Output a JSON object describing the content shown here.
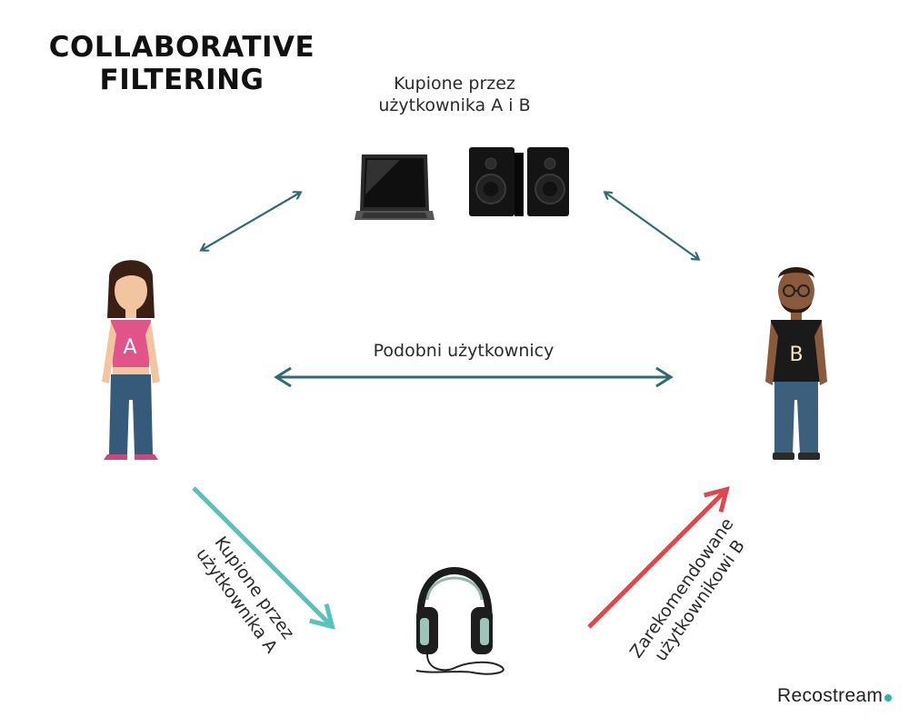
{
  "title": {
    "line1": "COLLABORATIVE",
    "line2": "FILTERING"
  },
  "top_label": {
    "line1": "Kupione przez",
    "line2": "użytkownika A i B"
  },
  "similar_label": "Podobni użytkownicy",
  "bought_a_label": {
    "line1": "Kupione przez",
    "line2": "użytkownika A"
  },
  "recommended_b_label": {
    "line1": "Zarekomendowane",
    "line2": "użytkownikowi B"
  },
  "user_a": {
    "letter": "A"
  },
  "user_b": {
    "letter": "B"
  },
  "brand": "Recostream",
  "colors": {
    "teal_dark": "#2f6b72",
    "teal_light": "#56c3bd",
    "red": "#e0474c",
    "accent_dot": "#2bb3a8"
  },
  "icons": [
    "laptop-icon",
    "speakers-icon",
    "headphones-icon",
    "woman-user-icon",
    "man-user-icon"
  ]
}
